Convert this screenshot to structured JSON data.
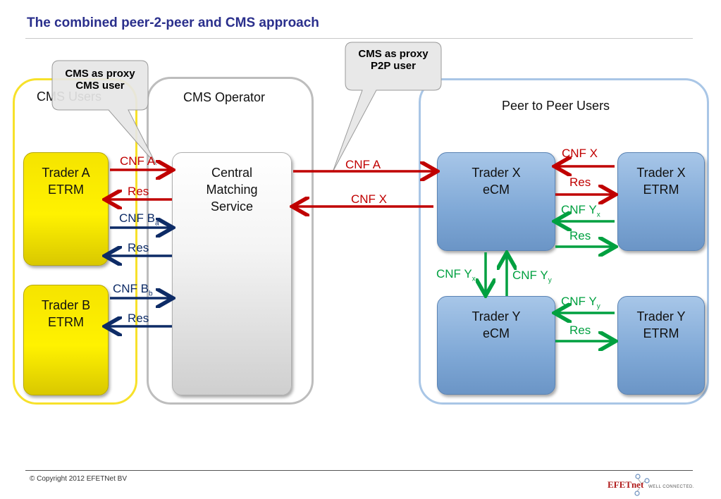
{
  "title": "The combined peer-2-peer and CMS approach",
  "groups": {
    "cms_users": "CMS Users",
    "cms_operator": "CMS Operator",
    "p2p_users": "Peer to Peer Users"
  },
  "callouts": {
    "proxy_cms": "CMS as proxy CMS user",
    "proxy_p2p": "CMS as proxy P2P user"
  },
  "nodes": {
    "trader_a": "Trader A ETRM",
    "trader_b": "Trader B ETRM",
    "cms": "Central Matching Service",
    "trader_x_ecm": "Trader X eCM",
    "trader_x_etrm": "Trader X ETRM",
    "trader_y_ecm": "Trader Y eCM",
    "trader_y_etrm": "Trader Y ETRM"
  },
  "edge_labels": {
    "a_cnf_a": "CNF A",
    "a_res": "Res",
    "a_cnf_b": "CNF B",
    "a_cnf_b_sub": "a",
    "a_res2": "Res",
    "b_cnf_b": "CNF B",
    "b_cnf_b_sub": "b",
    "b_res": "Res",
    "cms_cnf_a": "CNF A",
    "cms_cnf_x": "CNF X",
    "x_cnf_x": "CNF X",
    "x_res": "Res",
    "x_cnf_y": "CNF Y",
    "x_cnf_y_sub": "x",
    "x_res2": "Res",
    "xy_cnf_yx": "CNF Y",
    "xy_cnf_yx_sub": "x",
    "xy_cnf_yy": "CNF Y",
    "xy_cnf_yy_sub": "y",
    "y_cnf_y": "CNF Y",
    "y_cnf_y_sub": "y",
    "y_res": "Res"
  },
  "colors": {
    "red": "#c00000",
    "navy": "#0d2b66",
    "green": "#00a040",
    "title": "#2a2f8c"
  },
  "footer": {
    "copyright": "© Copyright 2012 EFETNet BV",
    "logo": "EFETnet",
    "tagline": "WELL CONNECTED."
  }
}
